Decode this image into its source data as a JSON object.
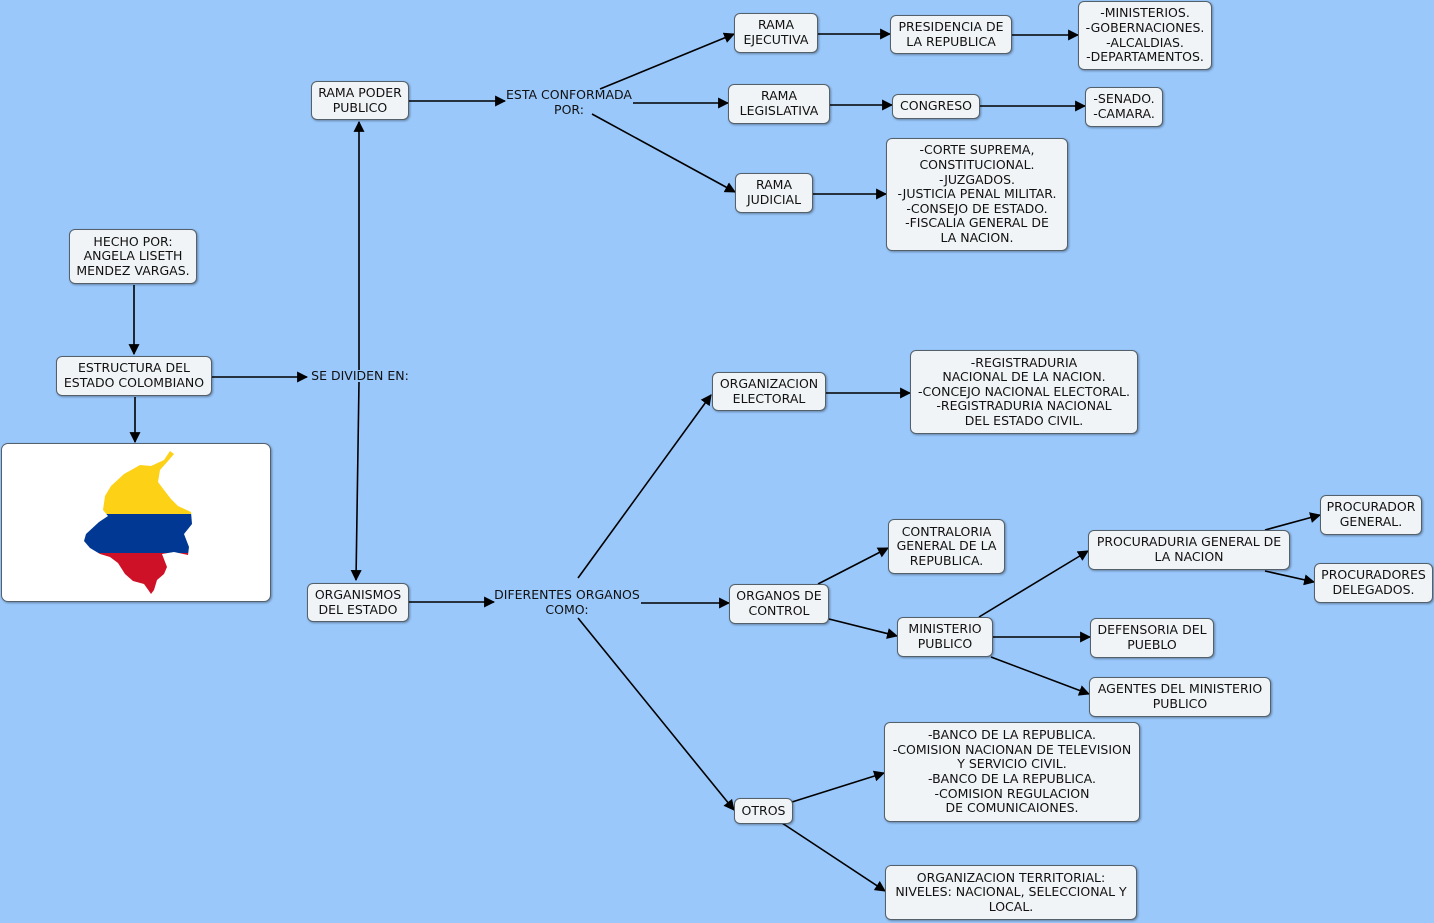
{
  "nodes": {
    "author": "HECHO POR:\nANGELA LISETH\nMENDEZ VARGAS.",
    "root": "ESTRUCTURA DEL\nESTADO COLOMBIANO",
    "rama_poder": "RAMA PODER\nPUBLICO",
    "organismos": "ORGANISMOS\nDEL ESTADO",
    "rama_ejecutiva": "RAMA\nEJECUTIVA",
    "presidencia": "PRESIDENCIA DE\nLA REPUBLICA",
    "ejecutiva_items": "-MINISTERIOS.\n-GOBERNACIONES.\n-ALCALDIAS.\n-DEPARTAMENTOS.",
    "rama_legislativa": "RAMA\nLEGISLATIVA",
    "congreso": "CONGRESO",
    "congreso_items": "-SENADO.\n-CAMARA.",
    "rama_judicial": "RAMA\nJUDICIAL",
    "judicial_items": "-CORTE SUPREMA,\nCONSTITUCIONAL.\n-JUZGADOS.\n-JUSTICIA PENAL MILITAR.\n-CONSEJO DE ESTADO.\n-FISCALIA GENERAL DE\nLA NACION.",
    "org_electoral": "ORGANIZACION\nELECTORAL",
    "electoral_items": "-REGISTRADURIA\nNACIONAL DE LA NACION.\n-CONCEJO NACIONAL ELECTORAL.\n-REGISTRADURIA NACIONAL\nDEL ESTADO CIVIL.",
    "organos_control": "ORGANOS DE\nCONTROL",
    "contraloria": "CONTRALORIA\nGENERAL DE LA\nREPUBLICA.",
    "ministerio_publico": "MINISTERIO\nPUBLICO",
    "procuraduria": "PROCURADURIA GENERAL DE\nLA NACION",
    "procurador_general": "PROCURADOR\nGENERAL.",
    "procuradores_delegados": "PROCURADORES\nDELEGADOS.",
    "defensoria": "DEFENSORIA DEL\nPUEBLO",
    "agentes": "AGENTES DEL MINISTERIO\nPUBLICO",
    "otros": "OTROS",
    "otros_items": "-BANCO DE LA REPUBLICA.\n-COMISION NACIONAN DE TELEVISION\nY SERVICIO CIVIL.\n-BANCO DE LA REPUBLICA.\n-COMISION REGULACION\nDE COMUNICAIONES.",
    "org_territorial": "ORGANIZACION TERRITORIAL:\nNIVELES: NACIONAL, SELECCIONAL Y\nLOCAL."
  },
  "labels": {
    "se_dividen": "SE DIVIDEN EN:",
    "esta_conformada": "ESTA CONFORMADA\nPOR:",
    "diferentes_organos": "DIFERENTES ORGANOS\nCOMO:"
  },
  "colors": {
    "background": "#9ac8fb",
    "node_fill": "#f0f4f6",
    "flag_yellow": "#fcd116",
    "flag_blue": "#003893",
    "flag_red": "#ce1126"
  },
  "icons": {
    "map": "colombia-flag-map-icon"
  }
}
